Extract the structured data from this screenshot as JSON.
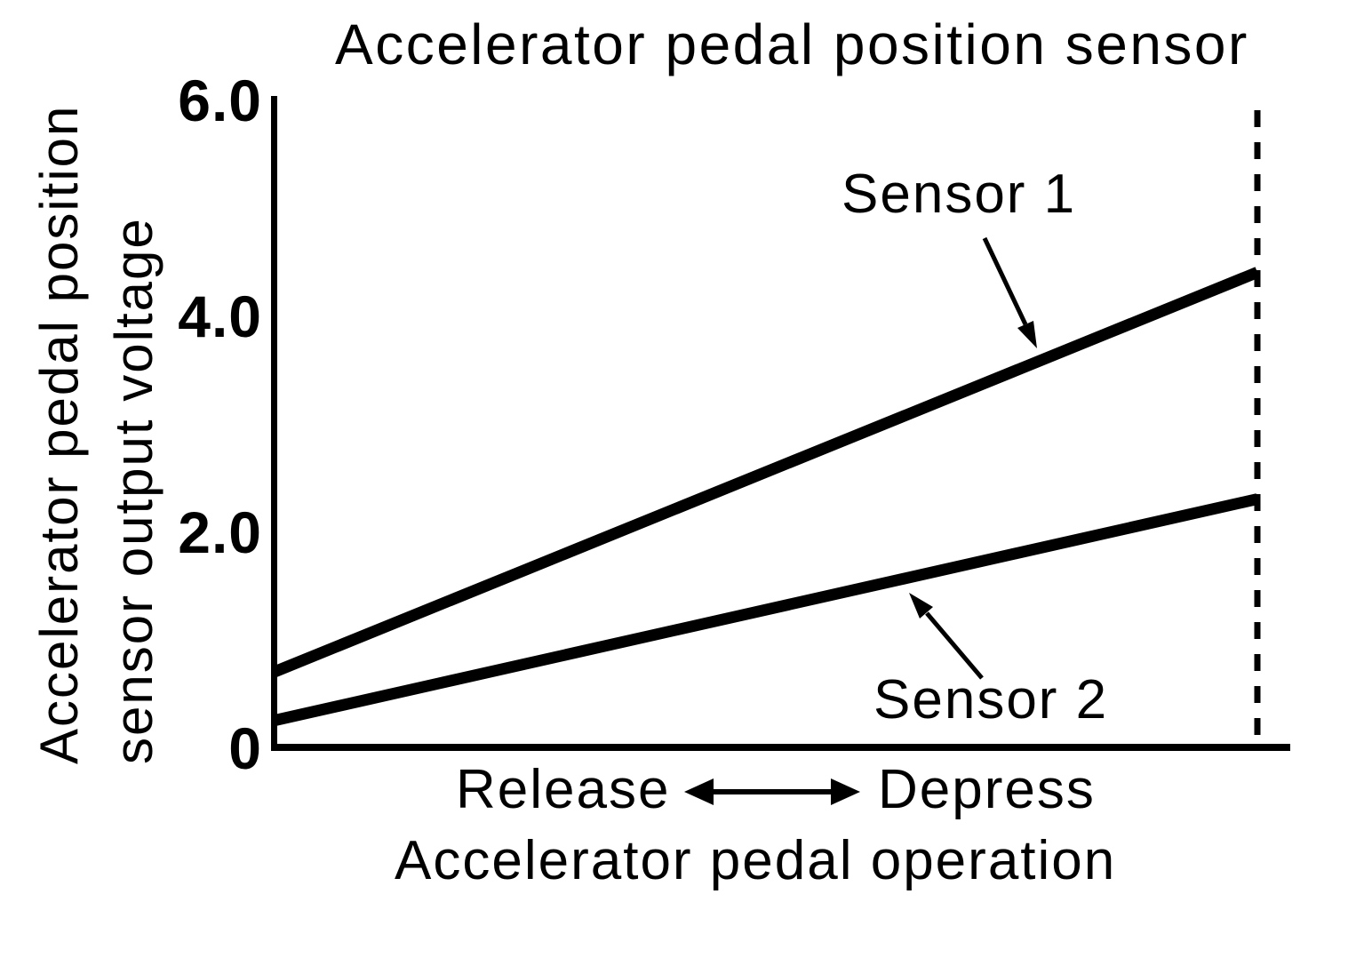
{
  "chart_data": {
    "type": "line",
    "title": "Accelerator pedal position sensor",
    "ylabel_lines": [
      "Accelerator pedal position",
      "sensor output voltage"
    ],
    "xlabel": "Accelerator pedal operation",
    "x_axis_annotation": {
      "left": "Release",
      "right": "Depress"
    },
    "ylim": [
      0,
      6.0
    ],
    "yticks": [
      {
        "label": "6.0",
        "value": 6.0
      },
      {
        "label": "4.0",
        "value": 4.0
      },
      {
        "label": "2.0",
        "value": 2.0
      },
      {
        "label": "0",
        "value": 0
      }
    ],
    "x_domain_note": "pedal operation from Release to Depress (no numeric x scale)",
    "series": [
      {
        "name": "Sensor 1",
        "points": [
          {
            "x": "Release",
            "y": 0.7
          },
          {
            "x": "Depress",
            "y": 4.4
          }
        ]
      },
      {
        "name": "Sensor 2",
        "points": [
          {
            "x": "Release",
            "y": 0.25
          },
          {
            "x": "Depress",
            "y": 2.3
          }
        ]
      }
    ],
    "full_depress_marker": "vertical dashed line at maximum pedal depression",
    "legend_position": "inline annotations with arrows",
    "grid": "off",
    "line_color": "#000000",
    "background": "#ffffff"
  }
}
